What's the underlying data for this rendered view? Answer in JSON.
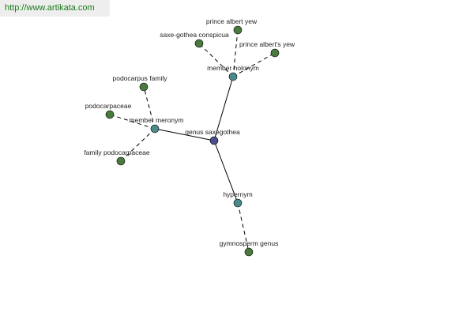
{
  "banner": {
    "url_text": "http://www.artikata.com"
  },
  "colors": {
    "center": "#4a4f8c",
    "relation": "#4a8a8a",
    "term": "#4a7a3e",
    "banner_text": "#1a7a1a",
    "banner_bg": "#eeeeee"
  },
  "graph": {
    "nodes": [
      {
        "id": "center",
        "label": "genus saxegothea",
        "kind": "center"
      },
      {
        "id": "holonym",
        "label": "member holonym",
        "kind": "relation"
      },
      {
        "id": "meronym",
        "label": "member meronym",
        "kind": "relation"
      },
      {
        "id": "hypernym",
        "label": "hypernym",
        "kind": "relation"
      },
      {
        "id": "prince-albert-yew",
        "label": "prince albert yew",
        "kind": "term"
      },
      {
        "id": "saxe-gothea-conspicua",
        "label": "saxe-gothea conspicua",
        "kind": "term"
      },
      {
        "id": "prince-alberts-yew",
        "label": "prince albert's yew",
        "kind": "term"
      },
      {
        "id": "podocarpus-family",
        "label": "podocarpus family",
        "kind": "term"
      },
      {
        "id": "podocarpaceae",
        "label": "podocarpaceae",
        "kind": "term"
      },
      {
        "id": "family-podocarpaceae",
        "label": "family podocarpaceae",
        "kind": "term"
      },
      {
        "id": "gymnosperm-genus",
        "label": "gymnosperm genus",
        "kind": "term"
      }
    ],
    "edges": [
      {
        "from": "center",
        "to": "holonym",
        "style": "solid"
      },
      {
        "from": "center",
        "to": "meronym",
        "style": "solid"
      },
      {
        "from": "center",
        "to": "hypernym",
        "style": "solid"
      },
      {
        "from": "holonym",
        "to": "prince-albert-yew",
        "style": "dashed"
      },
      {
        "from": "holonym",
        "to": "saxe-gothea-conspicua",
        "style": "dashed"
      },
      {
        "from": "holonym",
        "to": "prince-alberts-yew",
        "style": "dashed"
      },
      {
        "from": "meronym",
        "to": "podocarpus-family",
        "style": "dashed"
      },
      {
        "from": "meronym",
        "to": "podocarpaceae",
        "style": "dashed"
      },
      {
        "from": "meronym",
        "to": "family-podocarpaceae",
        "style": "dashed"
      },
      {
        "from": "hypernym",
        "to": "gymnosperm-genus",
        "style": "dashed"
      }
    ]
  }
}
